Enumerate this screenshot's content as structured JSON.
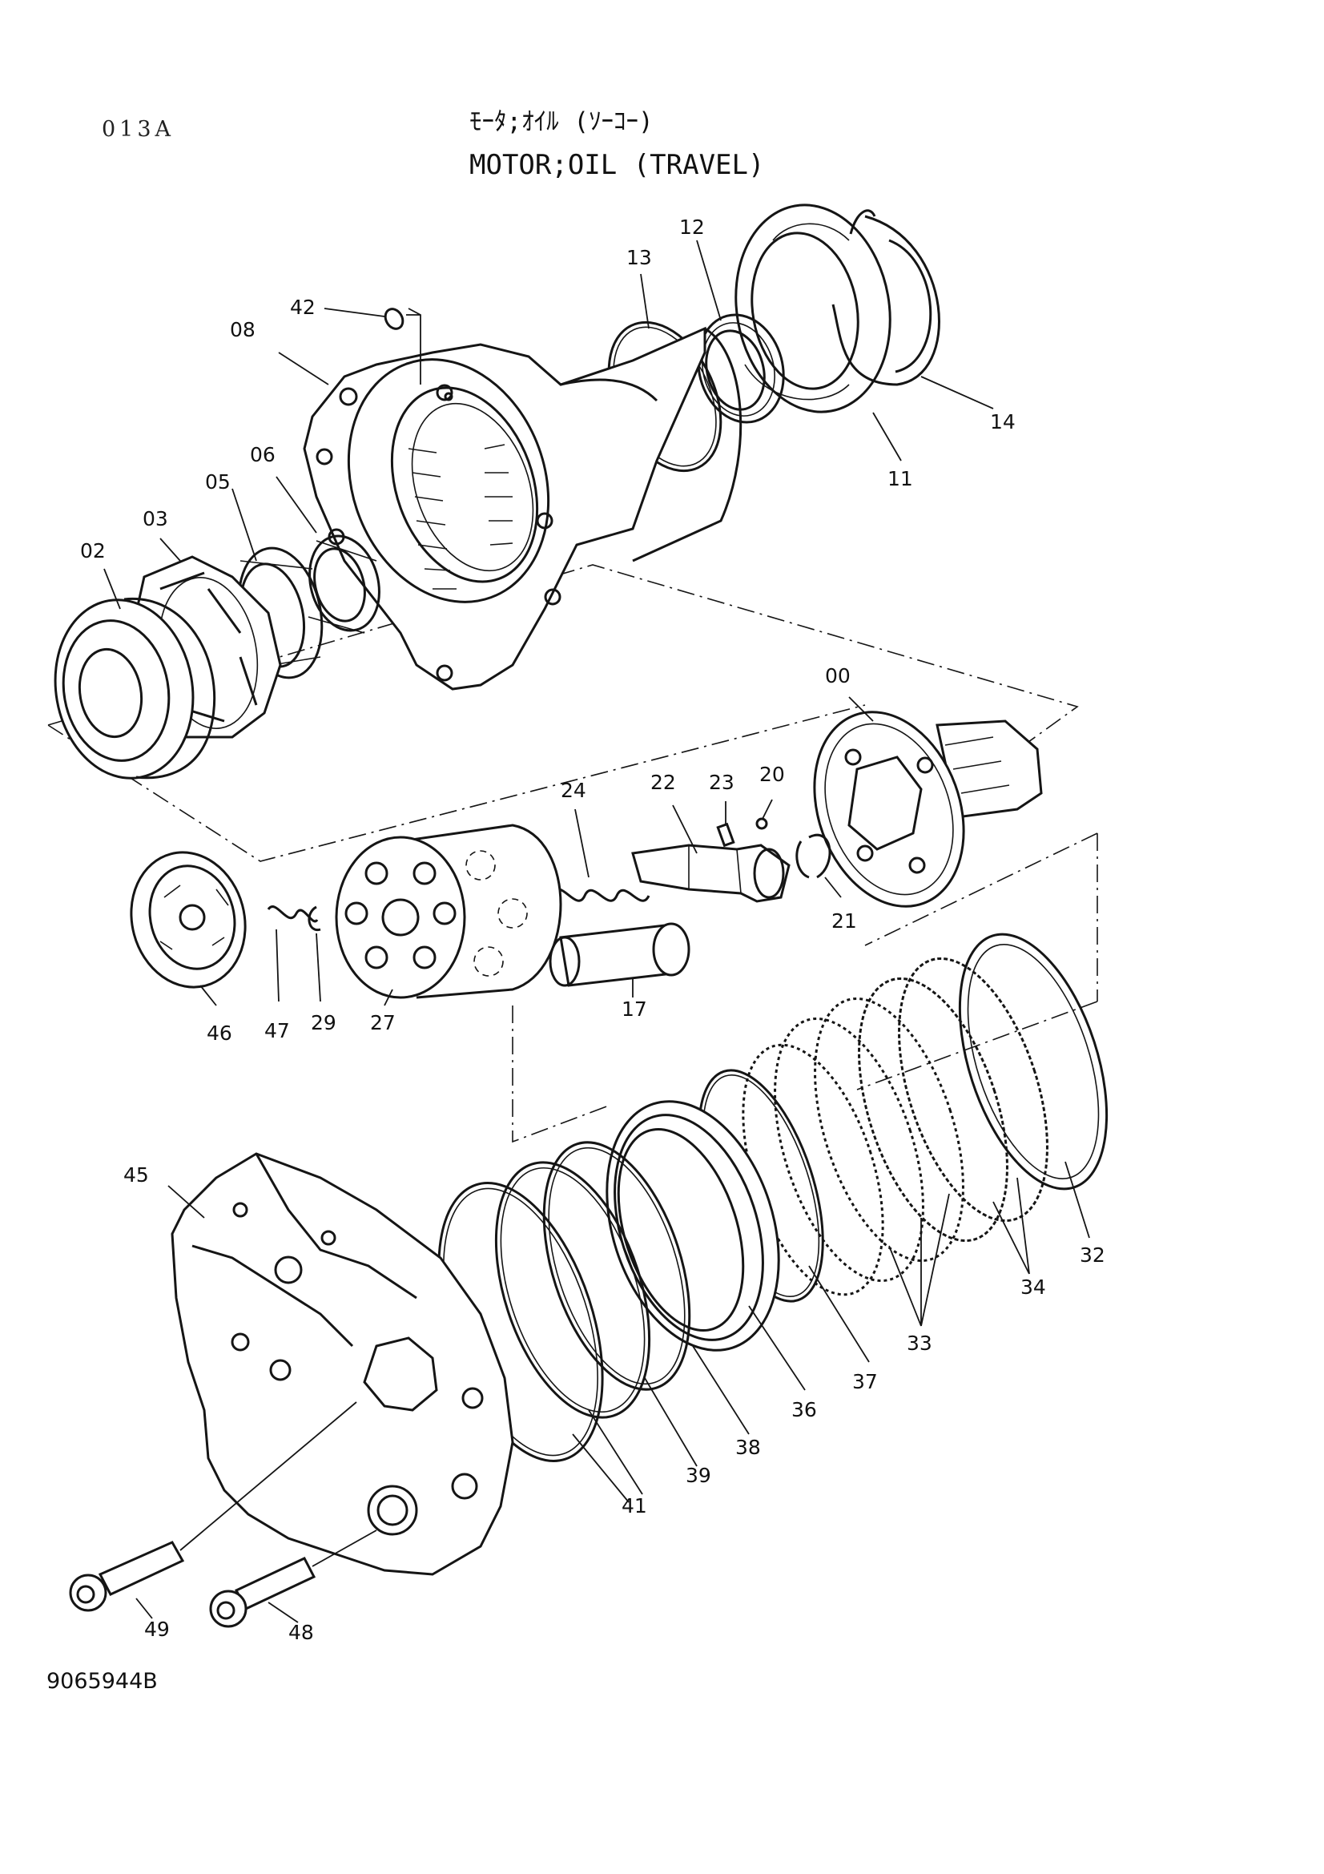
{
  "header": {
    "page_code": "013A",
    "title_japanese": "ﾓｰﾀ;ｵｲﾙ (ｿｰｺｰ)",
    "title_english": "MOTOR;OIL (TRAVEL)"
  },
  "footer": {
    "document_number": "9065944B"
  },
  "callouts": [
    {
      "id": "42",
      "text": "42"
    },
    {
      "id": "08",
      "text": "08"
    },
    {
      "id": "13",
      "text": "13"
    },
    {
      "id": "12",
      "text": "12"
    },
    {
      "id": "14",
      "text": "14"
    },
    {
      "id": "11",
      "text": "11"
    },
    {
      "id": "06",
      "text": "06"
    },
    {
      "id": "05",
      "text": "05"
    },
    {
      "id": "03",
      "text": "03"
    },
    {
      "id": "02",
      "text": "02"
    },
    {
      "id": "00",
      "text": "00"
    },
    {
      "id": "24",
      "text": "24"
    },
    {
      "id": "22",
      "text": "22"
    },
    {
      "id": "23",
      "text": "23"
    },
    {
      "id": "20",
      "text": "20"
    },
    {
      "id": "21",
      "text": "21"
    },
    {
      "id": "17",
      "text": "17"
    },
    {
      "id": "46",
      "text": "46"
    },
    {
      "id": "47",
      "text": "47"
    },
    {
      "id": "29",
      "text": "29"
    },
    {
      "id": "27",
      "text": "27"
    },
    {
      "id": "45",
      "text": "45"
    },
    {
      "id": "32",
      "text": "32"
    },
    {
      "id": "34",
      "text": "34"
    },
    {
      "id": "33",
      "text": "33"
    },
    {
      "id": "37",
      "text": "37"
    },
    {
      "id": "36",
      "text": "36"
    },
    {
      "id": "38",
      "text": "38"
    },
    {
      "id": "39",
      "text": "39"
    },
    {
      "id": "41",
      "text": "41"
    },
    {
      "id": "49",
      "text": "49"
    },
    {
      "id": "48",
      "text": "48"
    }
  ],
  "part_icons": {
    "00": "planetary-carrier-icon",
    "02": "bearing-icon",
    "03": "retainer-icon",
    "05": "bearing-icon",
    "06": "nut-icon",
    "08": "housing-icon",
    "11": "seal-ring-icon",
    "12": "seal-ring-icon",
    "13": "o-ring-icon",
    "14": "snap-ring-icon",
    "17": "piston-icon",
    "20": "ball-icon",
    "21": "snap-ring-icon",
    "22": "spool-icon",
    "23": "pin-icon",
    "24": "spring-icon",
    "27": "cylinder-block-icon",
    "29": "snap-ring-icon",
    "32": "plate-icon",
    "33": "friction-plate-icon",
    "34": "separator-plate-icon",
    "36": "brake-piston-icon",
    "37": "o-ring-icon",
    "38": "o-ring-icon",
    "39": "o-ring-icon",
    "41": "o-ring-icon",
    "42": "o-ring-icon",
    "45": "valve-body-icon",
    "46": "swash-plate-icon",
    "47": "spring-icon",
    "48": "bolt-icon",
    "49": "bolt-icon"
  }
}
